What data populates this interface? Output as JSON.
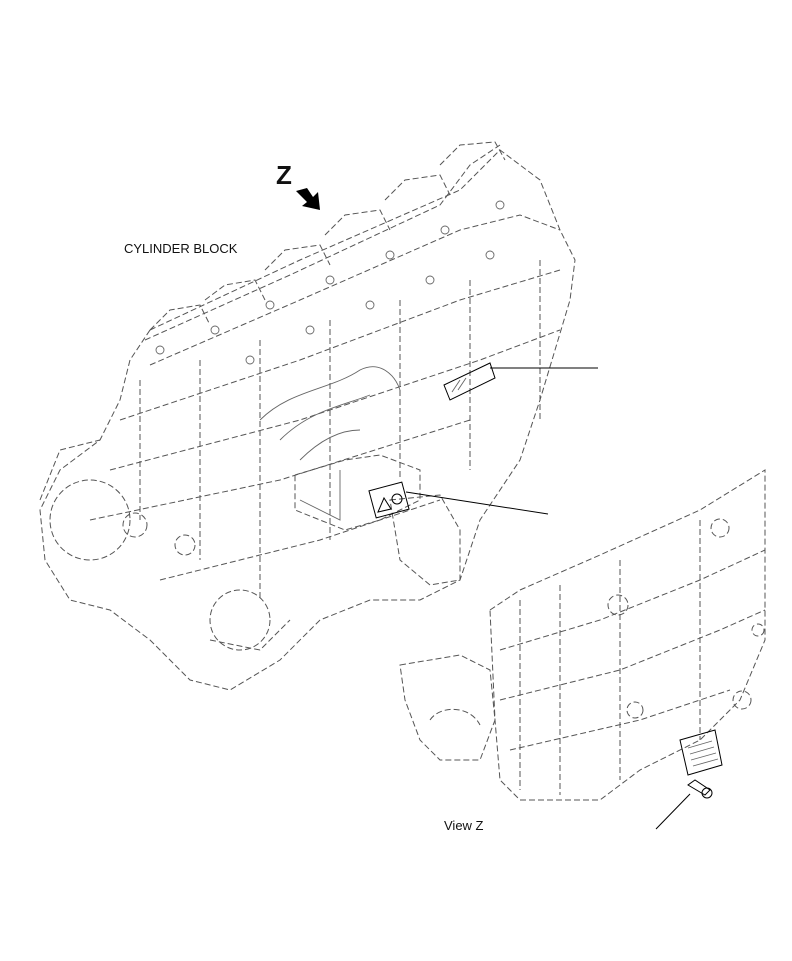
{
  "diagram": {
    "direction_marker": "Z",
    "labels": {
      "cylinder_block": "CYLINDER BLOCK",
      "view_z": "View Z"
    }
  }
}
